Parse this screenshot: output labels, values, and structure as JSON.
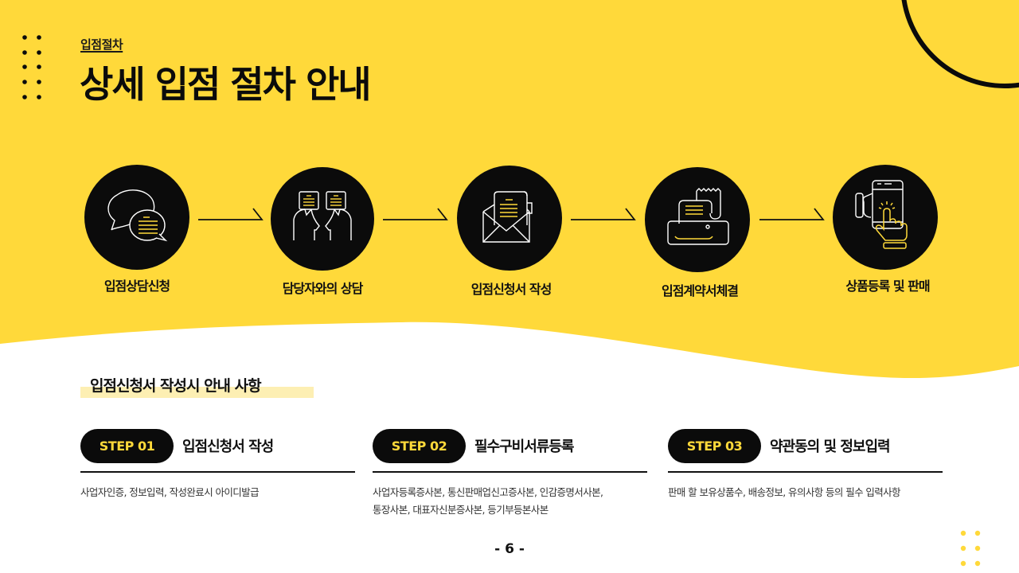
{
  "header": {
    "eyebrow": "입점절차",
    "title": "상세 입점 절차 안내"
  },
  "process": {
    "steps": [
      {
        "label": "입점상담신청",
        "icon": "chat-bubbles-icon"
      },
      {
        "label": "담당자와의 상담",
        "icon": "two-people-talking-icon"
      },
      {
        "label": "입점신청서 작성",
        "icon": "envelope-document-icon"
      },
      {
        "label": "입점계약서체결",
        "icon": "printer-receipt-icon"
      },
      {
        "label": "상품등록 및 판매",
        "icon": "hand-tap-phone-icon"
      }
    ],
    "arrow_icon": "arrow-right-icon"
  },
  "section": {
    "title": "입점신청서 작성시 안내 사항"
  },
  "cards": [
    {
      "step": "STEP 01",
      "name": "입점신청서 작성",
      "desc_lines": [
        "사업자인증, 정보입력, 작성완료시 아이디발급"
      ]
    },
    {
      "step": "STEP 02",
      "name": "필수구비서류등록",
      "desc_lines": [
        "사업자등록증사본, 통신판매업신고증사본, 인감증명서사본,",
        "통장사본, 대표자신분증사본, 등기부등본사본"
      ]
    },
    {
      "step": "STEP 03",
      "name": "약관동의 및 정보입력",
      "desc_lines": [
        "판매 할 보유상품수, 배송정보, 유의사항 등의 필수 입력사항"
      ]
    }
  ],
  "footer": {
    "page_number": "- 6 -"
  },
  "colors": {
    "brand_yellow": "#FFD93A",
    "dark": "#0B0B0B",
    "highlight": "#FDEFB3"
  }
}
